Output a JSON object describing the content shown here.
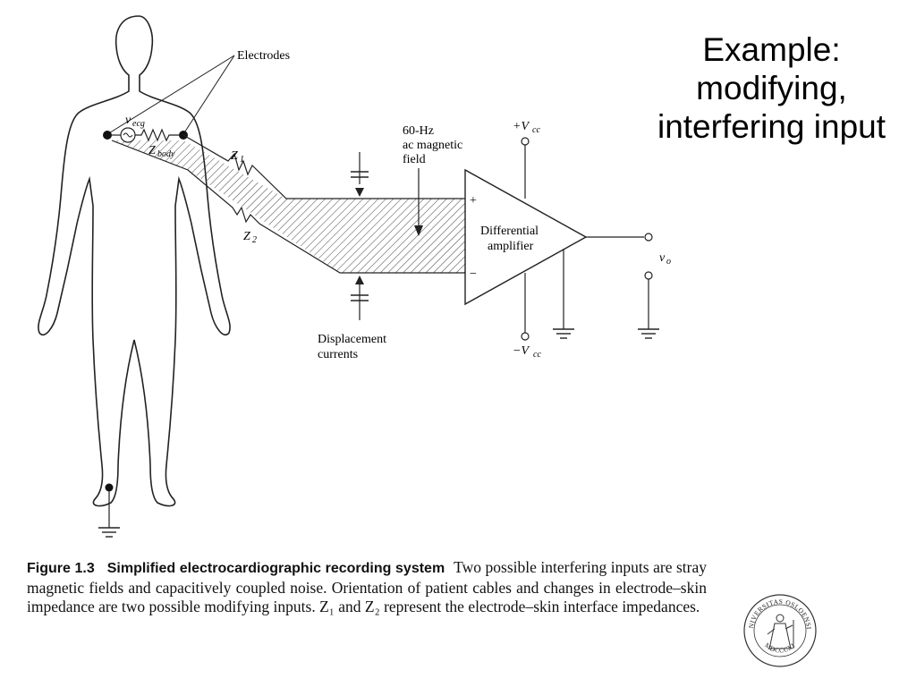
{
  "slide": {
    "title_lines": [
      "Example:",
      "modifying,",
      "interfering input"
    ]
  },
  "figure": {
    "labels": {
      "electrodes": "Electrodes",
      "v_ecg": "v",
      "v_ecg_sub": "ecg",
      "z_body": "Z",
      "z_body_sub": "body",
      "z1": "Z",
      "z1_sub": "1",
      "z2": "Z",
      "z2_sub": "2",
      "field_line1": "60-Hz",
      "field_line2": "ac magnetic",
      "field_line3": "field",
      "vcc_pos": "+V",
      "vcc_pos_sub": "cc",
      "vcc_neg": "−V",
      "vcc_neg_sub": "cc",
      "amp_line1": "Differential",
      "amp_line2": "amplifier",
      "plus": "+",
      "minus": "−",
      "vo": "v",
      "vo_sub": "o",
      "disp_line1": "Displacement",
      "disp_line2": "currents"
    }
  },
  "caption": {
    "fig_number": "Figure 1.3",
    "fig_title": "Simplified electrocardiographic recording system",
    "text": "Two possible interfering inputs are stray magnetic fields and capacitively coupled noise. Orientation of patient cables and changes in electrode–skin impedance are two possible modifying inputs. Z₁ and Z₂ represent the electrode–skin interface impedances."
  },
  "seal": {
    "text_top": "UNIVERSITAS OSLOENSIS",
    "text_bottom": "MDCCCXI"
  }
}
